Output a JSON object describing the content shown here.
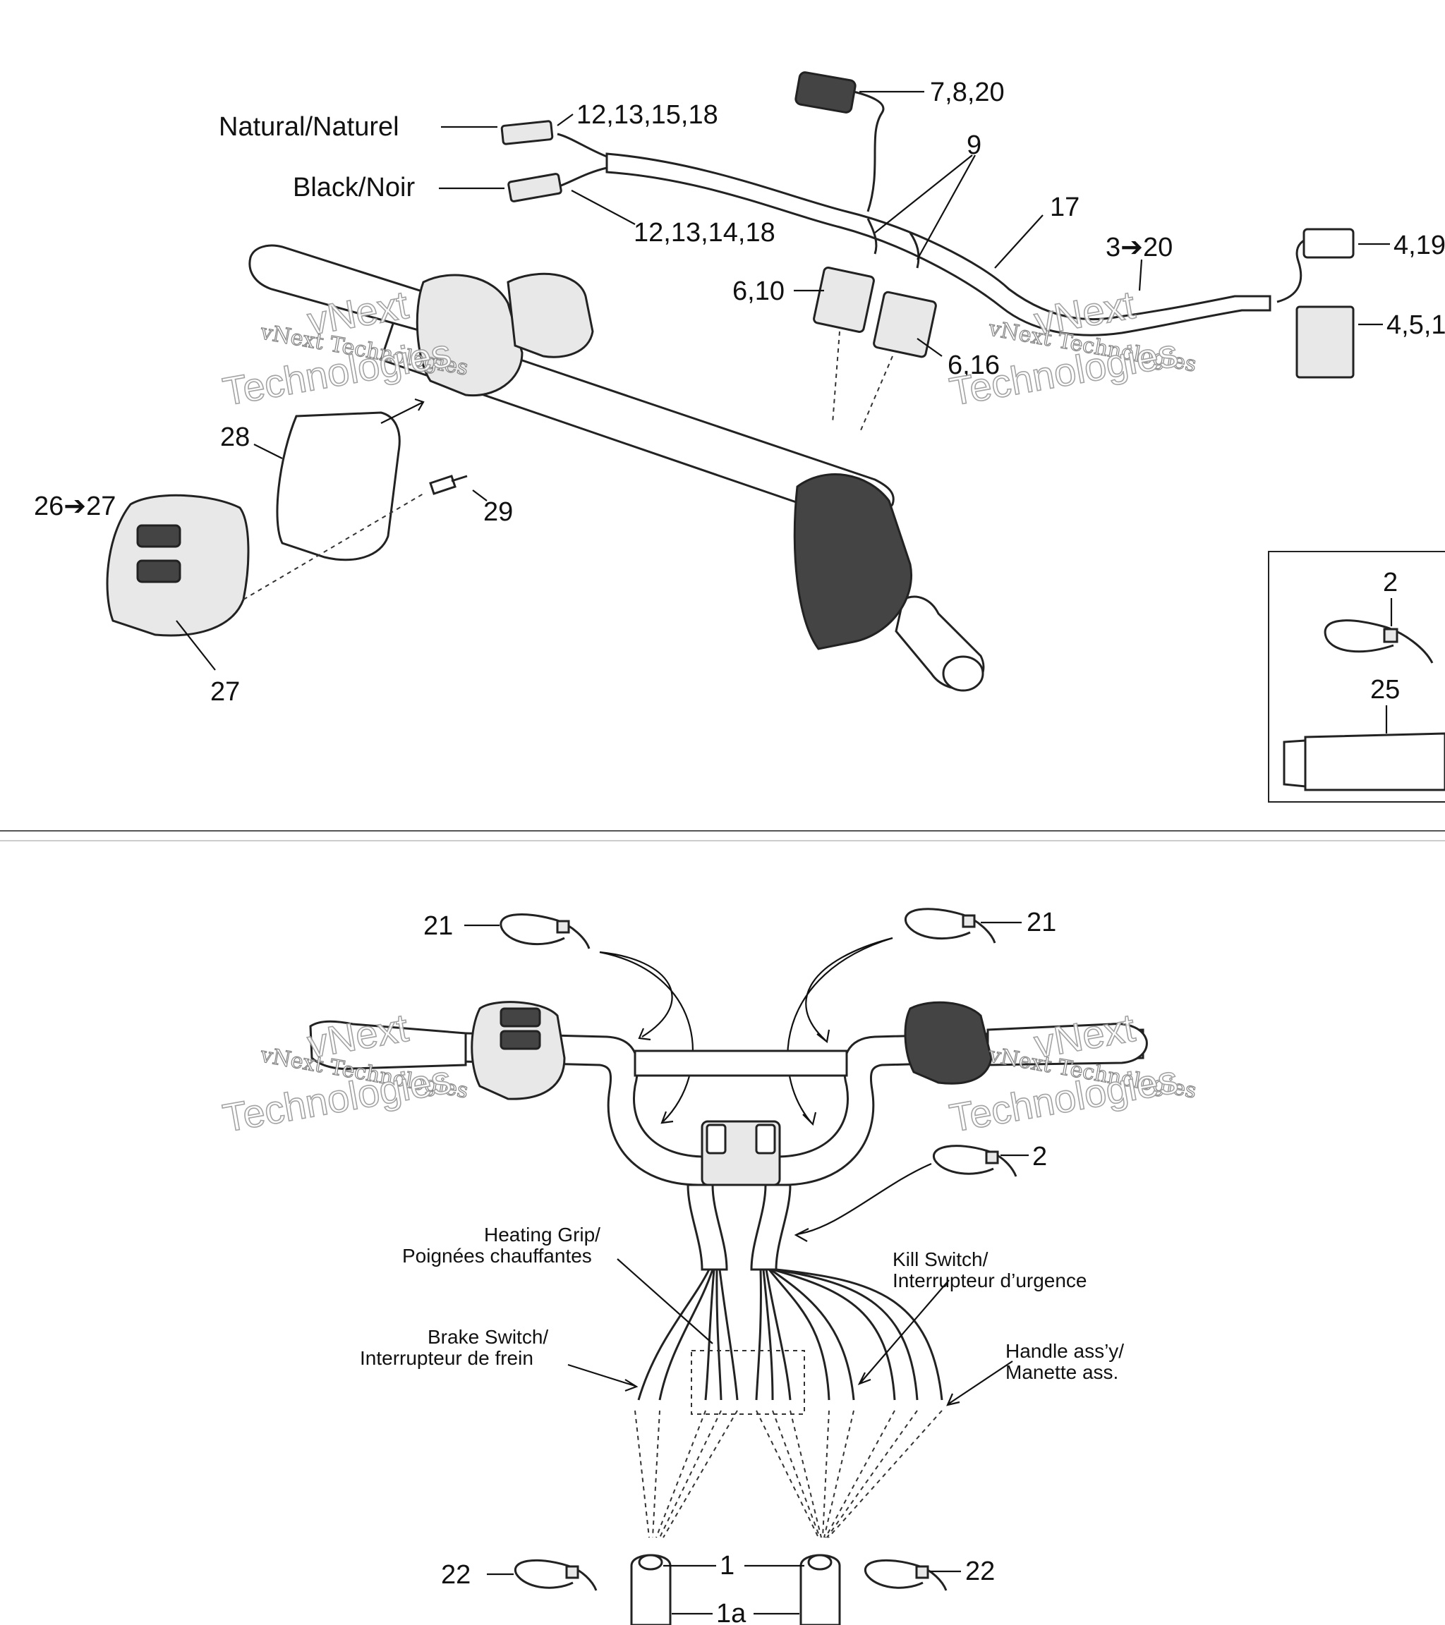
{
  "callouts": {
    "natural": "Natural/Naturel",
    "black": "Black/Noir",
    "c_12_13_15_18": "12,13,15,18",
    "c_12_13_14_18": "12,13,14,18",
    "c_7_8_20": "7,8,20",
    "c_9": "9",
    "c_17": "17",
    "c_3_20": "3➔20",
    "c_4_19": "4,19",
    "c_4_5_1": "4,5,1",
    "c_6_10": "6,10",
    "c_6_16": "6,16",
    "c_28": "28",
    "c_26_27": "26➔27",
    "c_29": "29",
    "c_27": "27",
    "c_2_inset": "2",
    "c_25": "25",
    "c_21_left": "21",
    "c_21_right": "21",
    "c_2_lower": "2",
    "c_22_left": "22",
    "c_22_right": "22",
    "c_1": "1",
    "c_1a": "1a"
  },
  "wire_labels": {
    "heating_line1": "Heating Grip/",
    "heating_line2": "Poignées chauffantes",
    "kill_line1": "Kill Switch/",
    "kill_line2": "Interrupteur d’urgence",
    "brake_line1": "Brake Switch/",
    "brake_line2": "Interrupteur de frein",
    "handle_line1": "Handle ass’y/",
    "handle_line2": "Manette ass."
  },
  "watermark": {
    "line1": "vNext Technologies",
    "line2": "vNext",
    "line3": "Technologies"
  }
}
